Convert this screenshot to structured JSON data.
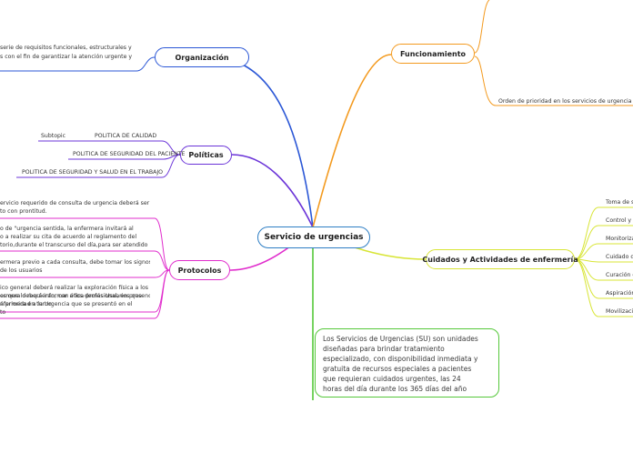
{
  "central": {
    "label": "Servicio de urgencias"
  },
  "branches": {
    "organizacion": {
      "label": "Organización",
      "color": "#2b57d6",
      "note_lines": [
        "serie de requisitos funcionales, estructurales y",
        "s con el fin de garantizar la atención urgente y"
      ]
    },
    "politicas": {
      "label": "Políticas",
      "color": "#6b34d8",
      "items": [
        "Subtopic",
        "POLITICA DE CALIDAD",
        "POLITICA DE SEGURIDAD DEL PACIENTE",
        "POLITICA DE SEGURIDAD Y SALUD EN EL TRABAJO"
      ]
    },
    "protocolos": {
      "label": "Protocolos",
      "color": "#e02ccc",
      "items": [
        [
          "ervicio requerido de consulta de urgencia deberá ser",
          "to con prontitud."
        ],
        [
          "o de \"urgencia  sentida,  la enfermera invitará  al",
          "o  a  realizar  su cita  de acuerdo  al  reglamento del",
          "torio,durante el transcurso del  día,para  ser atendido"
        ],
        [
          "ermera previo a cada consulta, debe tomar los signos",
          "de los usuarios"
        ],
        [
          "ico  general  deberá realizar  la exploración física  a los",
          "os  que lo requieran; con ética profesional, en presencia",
          "nfermera en turno."
        ],
        [
          "ermera deberá  informar  a  los  demás Usuarios que",
          "á  prioridad  a la Urgencia que se presentó en el",
          "to"
        ]
      ]
    },
    "funcionamiento": {
      "label": "Funcionamiento",
      "color": "#f39a1f",
      "items": [
        "Orden de prioridad en los servicios de urgencia hospi"
      ]
    },
    "cuidados": {
      "label": "Cuidados y Actividades de enfermería",
      "color": "#d8e536",
      "items": [
        "Toma de s",
        "Control y b",
        "Monitoriza",
        "Cuidado de",
        "Curación d",
        "Aspiración",
        "Movilizaci"
      ]
    }
  },
  "definition": "Los Servicios de Urgencias (SU) son unidades\ndiseñadas para brindar tratamiento\nespecializado, con disponibilidad inmediata y\ngratuita de recursos especiales a pacientes\nque requieran cuidados urgentes, las 24\nhoras del día durante los 365 días del año",
  "colors": {
    "central_border": "#2e7ec4",
    "definition_border": "#55c83a"
  }
}
